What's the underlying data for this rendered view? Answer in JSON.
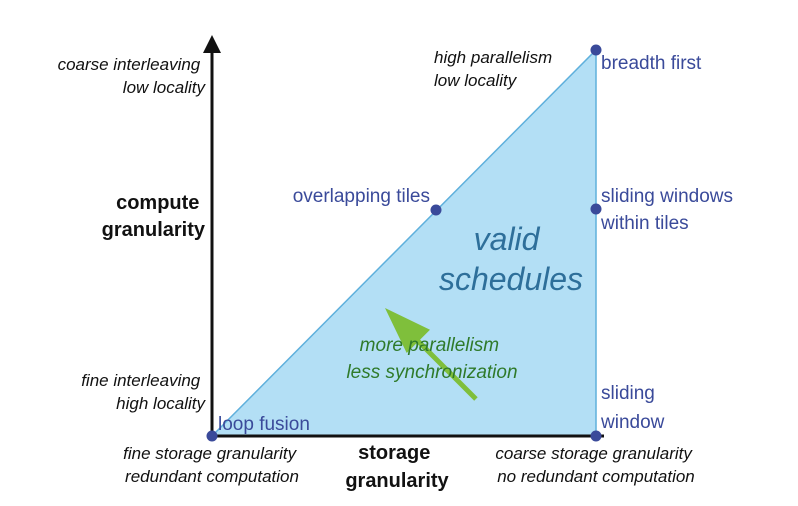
{
  "axes": {
    "y_title": [
      "compute",
      "granularity"
    ],
    "x_title": [
      "storage",
      "granularity"
    ],
    "y_top_label": [
      "coarse interleaving",
      "low locality"
    ],
    "y_bottom_label": [
      "fine interleaving",
      "high locality"
    ],
    "x_left_label": [
      "fine storage granularity",
      "redundant computation"
    ],
    "x_right_label": [
      "coarse storage granularity",
      "no redundant computation"
    ]
  },
  "region": {
    "label": [
      "valid",
      "schedules"
    ],
    "fill_color": "#b3dff5",
    "edge_color": "#5fb0dc",
    "text_color": "#2e6f9a"
  },
  "corner_note": [
    "high parallelism",
    "low locality"
  ],
  "arrow": {
    "label": [
      "more parallelism",
      "less synchronization"
    ],
    "color": "#7fbf3b",
    "text_color": "#2f7a2a"
  },
  "points": [
    {
      "key": "loop-fusion",
      "label": [
        "loop fusion"
      ]
    },
    {
      "key": "overlapping-tiles",
      "label": [
        "overlapping tiles"
      ]
    },
    {
      "key": "breadth-first",
      "label": [
        "breadth first"
      ]
    },
    {
      "key": "sliding-windows-within-tiles",
      "label": [
        "sliding windows",
        "within tiles"
      ]
    },
    {
      "key": "sliding-window",
      "label": [
        "sliding",
        "window"
      ]
    }
  ],
  "colors": {
    "point": "#3a4a9a",
    "point_label": "#3a4a9a",
    "axis": "#111111",
    "text": "#111111"
  }
}
